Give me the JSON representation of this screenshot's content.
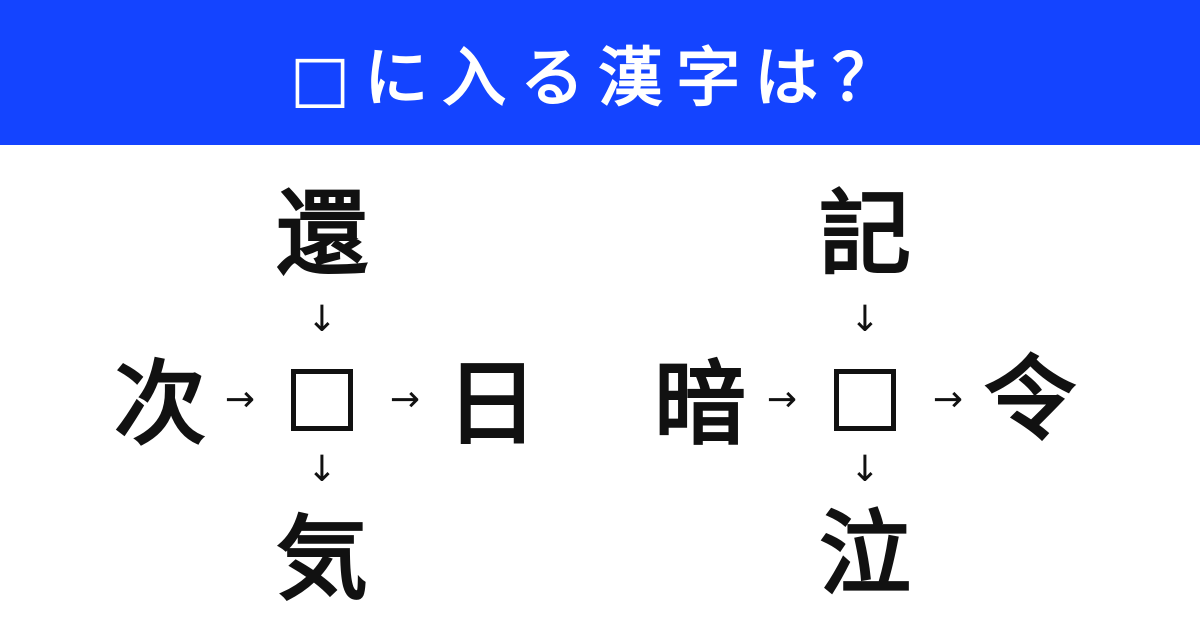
{
  "header": {
    "title": "□に入る漢字は？",
    "background": "#1444ff"
  },
  "arrows": {
    "down": "↓",
    "right": "→"
  },
  "puzzles": [
    {
      "top": "還",
      "left": "次",
      "right": "日",
      "bottom": "気"
    },
    {
      "top": "記",
      "left": "暗",
      "right": "令",
      "bottom": "泣"
    }
  ]
}
